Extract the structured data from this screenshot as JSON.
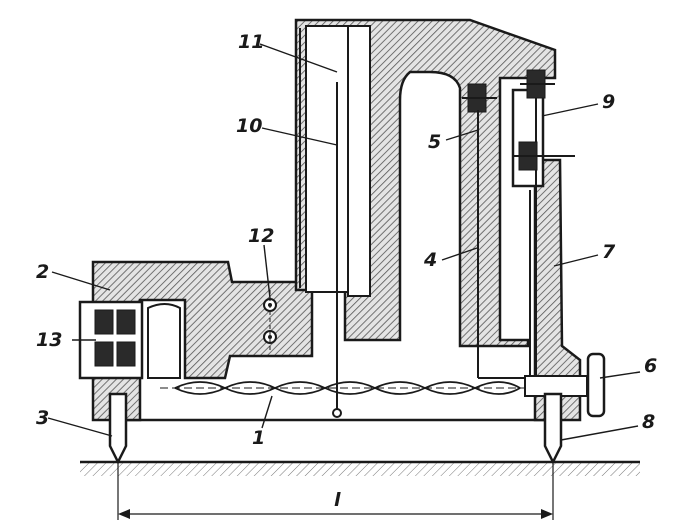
{
  "labels": {
    "n1": "1",
    "n2": "2",
    "n3": "3",
    "n4": "4",
    "n5": "5",
    "n6": "6",
    "n7": "7",
    "n8": "8",
    "n9": "9",
    "n10": "10",
    "n11": "11",
    "n12": "12",
    "n13": "13",
    "length": "l"
  },
  "colors": {
    "ink": "#1a1a1a",
    "hatch": "#555555",
    "background": "#ffffff"
  }
}
